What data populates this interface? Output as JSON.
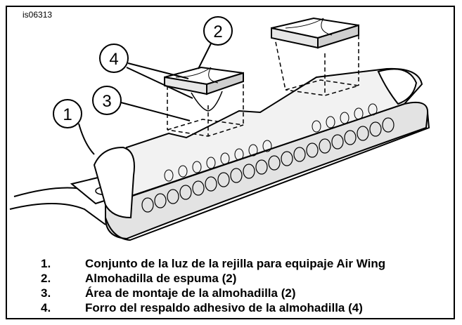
{
  "figure_code": "is06313",
  "callouts": [
    "1",
    "2",
    "3",
    "4"
  ],
  "legend": [
    {
      "number": "1.",
      "text": "Conjunto de la luz de la rejilla para equipaje Air Wing"
    },
    {
      "number": "2.",
      "text": "Almohadilla de espuma (2)"
    },
    {
      "number": "3.",
      "text": "Área de montaje de la almohadilla (2)"
    },
    {
      "number": "4.",
      "text": "Forro del respaldo adhesivo de la almohadilla (4)"
    }
  ]
}
